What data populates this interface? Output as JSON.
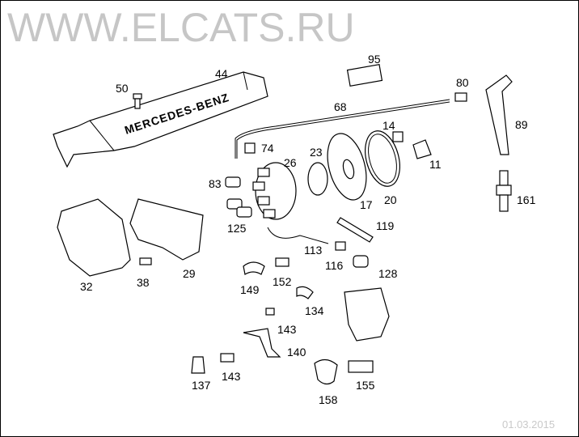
{
  "diagram": {
    "cover_logo": "MERCEDES-BENZ",
    "watermark": "WWW.ELCATS.RU",
    "date_stamp": "01.03.2015",
    "part_numbers": [
      "44",
      "50",
      "95",
      "80",
      "68",
      "14",
      "74",
      "23",
      "26",
      "89",
      "11",
      "83",
      "17",
      "20",
      "161",
      "125",
      "119",
      "113",
      "116",
      "128",
      "32",
      "38",
      "29",
      "149",
      "152",
      "134",
      "143",
      "140",
      "137",
      "143",
      "158",
      "155"
    ]
  }
}
